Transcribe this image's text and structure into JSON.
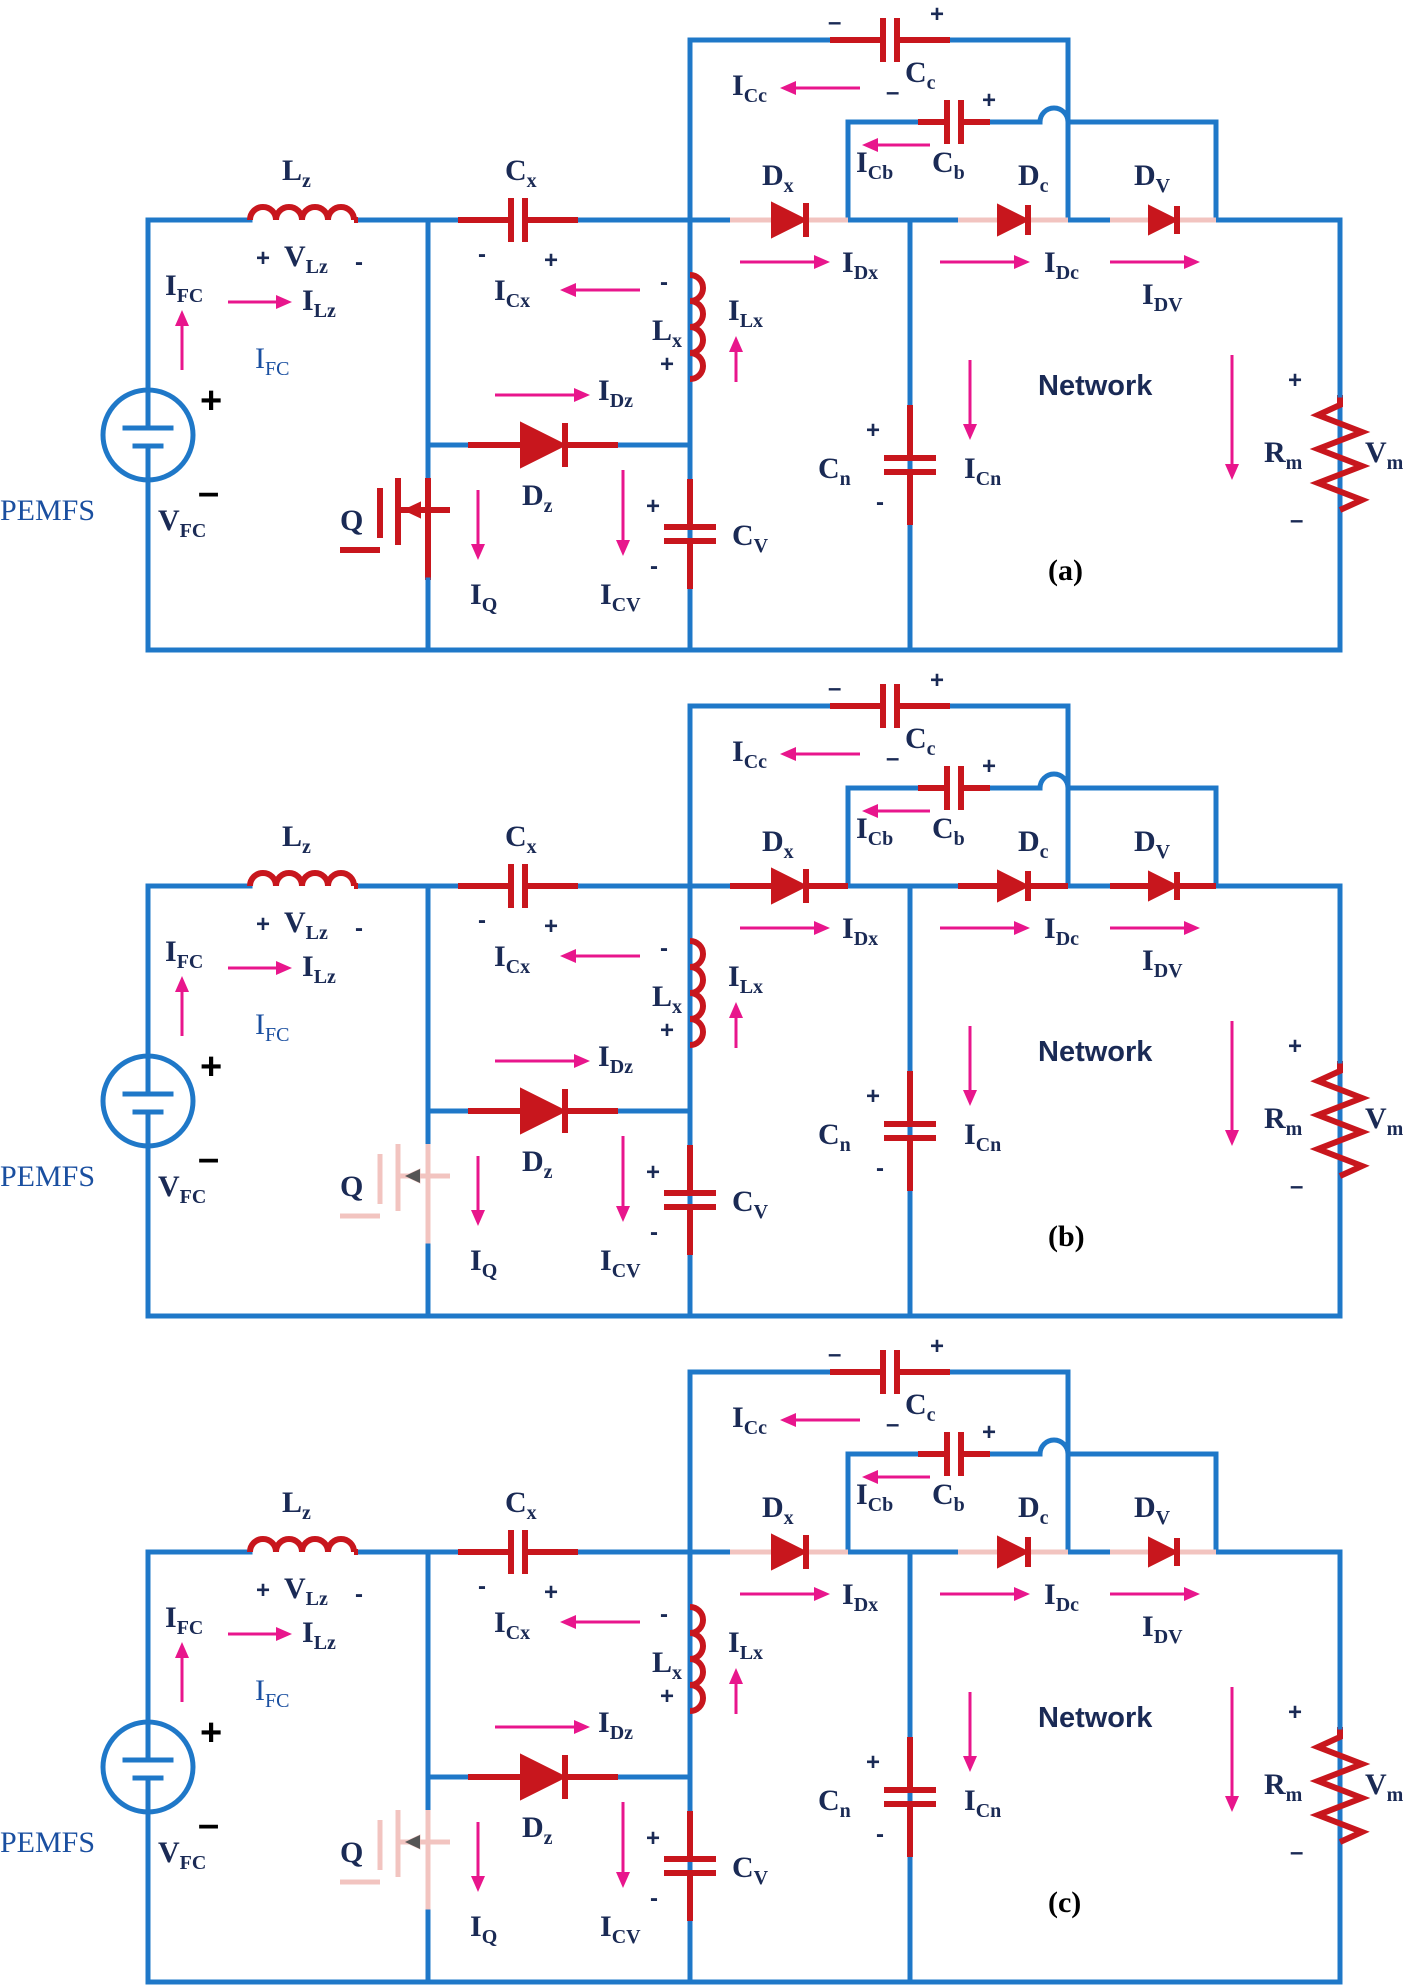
{
  "panels": [
    {
      "id": "a",
      "caption": "(a)",
      "q_on": true,
      "dx_on": false,
      "dz_on": true,
      "dc_on": false,
      "dv_on": false
    },
    {
      "id": "b",
      "caption": "(b)",
      "q_on": false,
      "dx_on": true,
      "dz_on": true,
      "dc_on": true,
      "dv_on": true
    },
    {
      "id": "c",
      "caption": "(c)",
      "q_on": false,
      "dx_on": false,
      "dz_on": true,
      "dc_on": false,
      "dv_on": false
    }
  ],
  "labels": {
    "lz": "L",
    "lz_sub": "z",
    "vlz": "V",
    "vlz_sub": "Lz",
    "vlz_plus": "+",
    "vlz_minus": "-",
    "ifc": "I",
    "ifc_sub": "FC",
    "ilz": "I",
    "ilz_sub": "Lz",
    "ifc2": "I",
    "ifc2_sub": "FC",
    "cx": "C",
    "cx_sub": "x",
    "cx_minus": "-",
    "cx_plus": "+",
    "icx": "I",
    "icx_sub": "Cx",
    "lx": "L",
    "lx_sub": "x",
    "lx_minus": "-",
    "lx_plus": "+",
    "ilx": "I",
    "ilx_sub": "Lx",
    "idz": "I",
    "idz_sub": "Dz",
    "dz": "D",
    "dz_sub": "z",
    "q": "Q",
    "iq": "I",
    "iq_sub": "Q",
    "icv": "I",
    "icv_sub": "CV",
    "cv": "C",
    "cv_sub": "V",
    "cv_plus": "+",
    "cv_minus": "-",
    "dx": "D",
    "dx_sub": "x",
    "idx": "I",
    "idx_sub": "Dx",
    "icc": "I",
    "icc_sub": "Cc",
    "cc": "C",
    "cc_sub": "c",
    "cc_minus": "–",
    "cc_plus": "+",
    "icb": "I",
    "icb_sub": "Cb",
    "cb": "C",
    "cb_sub": "b",
    "cb_minus": "–",
    "cb_plus": "+",
    "dc": "D",
    "dc_sub": "c",
    "idc": "I",
    "idc_sub": "Dc",
    "dv": "D",
    "dv_sub": "V",
    "idv": "I",
    "idv_sub": "DV",
    "cn": "C",
    "cn_sub": "n",
    "cn_plus": "+",
    "cn_minus": "-",
    "icn": "I",
    "icn_sub": "Cn",
    "network": "Network",
    "rm": "R",
    "rm_sub": "m",
    "vm": "V",
    "vm_sub": "m",
    "vm_plus": "+",
    "vm_minus": "–",
    "vfc": "V",
    "vfc_sub": "FC",
    "src_plus": "+",
    "src_minus": "–",
    "pemfs": "PEMFS"
  },
  "colors": {
    "wire": "#1f78c8",
    "component": "#c8161d",
    "off": "#f2c4c0",
    "arrow": "#e8168c",
    "text": "#1a2a55"
  }
}
